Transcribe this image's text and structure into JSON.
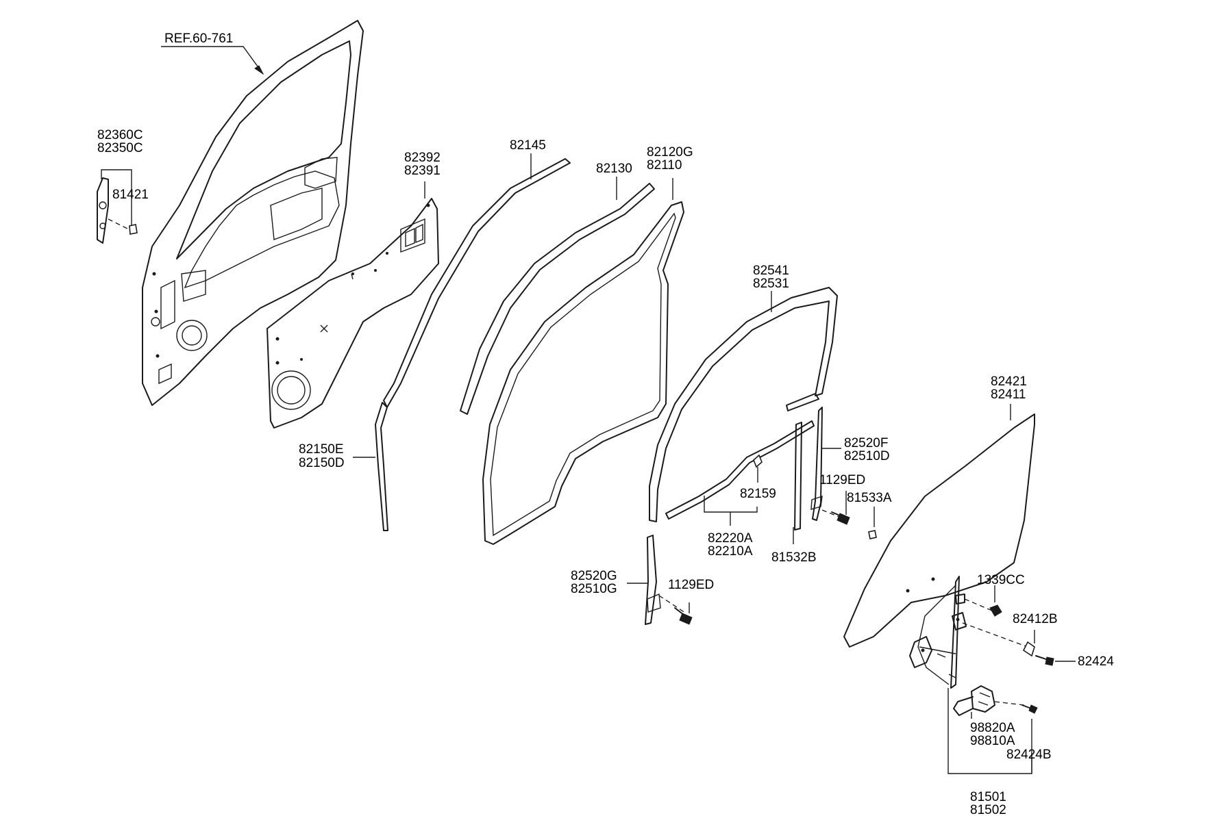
{
  "reference": "REF.60-761",
  "labels": {
    "l82360C": "82360C",
    "l82350C": "82350C",
    "l81421": "81421",
    "l82392": "82392",
    "l82391": "82391",
    "l82145": "82145",
    "l82130": "82130",
    "l82120G": "82120G",
    "l82110": "82110",
    "l82541": "82541",
    "l82531": "82531",
    "l82421": "82421",
    "l82411": "82411",
    "l82150E": "82150E",
    "l82150D": "82150D",
    "l82520F": "82520F",
    "l82510D": "82510D",
    "l1129ED_a": "1129ED",
    "l81533A": "81533A",
    "l82159": "82159",
    "l82220A": "82220A",
    "l82210A": "82210A",
    "l81532B": "81532B",
    "l82520G": "82520G",
    "l82510G": "82510G",
    "l1129ED_b": "1129ED",
    "l1339CC": "1339CC",
    "l82412B": "82412B",
    "l82424": "82424",
    "l98820A": "98820A",
    "l98810A": "98810A",
    "l82424B": "82424B",
    "l81501": "81501",
    "l81502": "81502"
  }
}
